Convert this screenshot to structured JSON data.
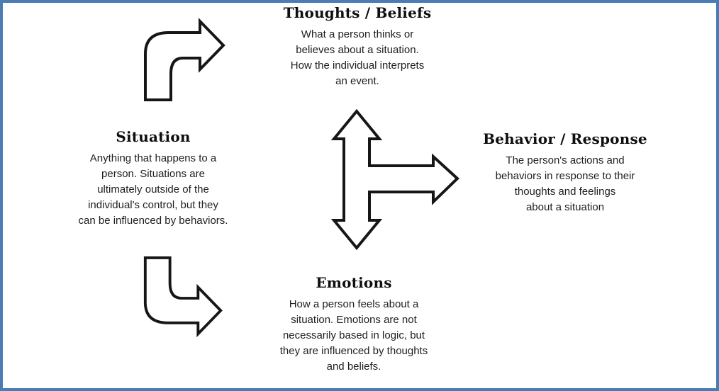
{
  "frame": {
    "border_color": "#4b7db5",
    "background_color": "#ffffff"
  },
  "diagram": {
    "thoughts": {
      "title": "Thoughts / Beliefs",
      "body": "What a person thinks or\nbelieves about a situation.\nHow the individual interprets\nan event."
    },
    "situation": {
      "title": "Situation",
      "body": "Anything that happens to a\nperson. Situations are\nultimately outside of the\nindividual's control, but they\ncan be influenced by behaviors."
    },
    "behavior": {
      "title": "Behavior / Response",
      "body": "The person's actions and\nbehaviors in response to their\nthoughts and feelings\nabout a situation"
    },
    "emotions": {
      "title": "Emotions",
      "body": "How a person feels about a\nsituation. Emotions are not\nnecessarily based in logic, but\nthey are influenced by thoughts\nand beliefs."
    },
    "arrows": {
      "situation_to_thoughts": "curved-elbow-arrow-up-right",
      "situation_to_emotions": "curved-elbow-arrow-down-right",
      "center": "three-way-arrow-up-down-right",
      "stroke_color": "#161616",
      "fill_color": "#ffffff"
    }
  }
}
